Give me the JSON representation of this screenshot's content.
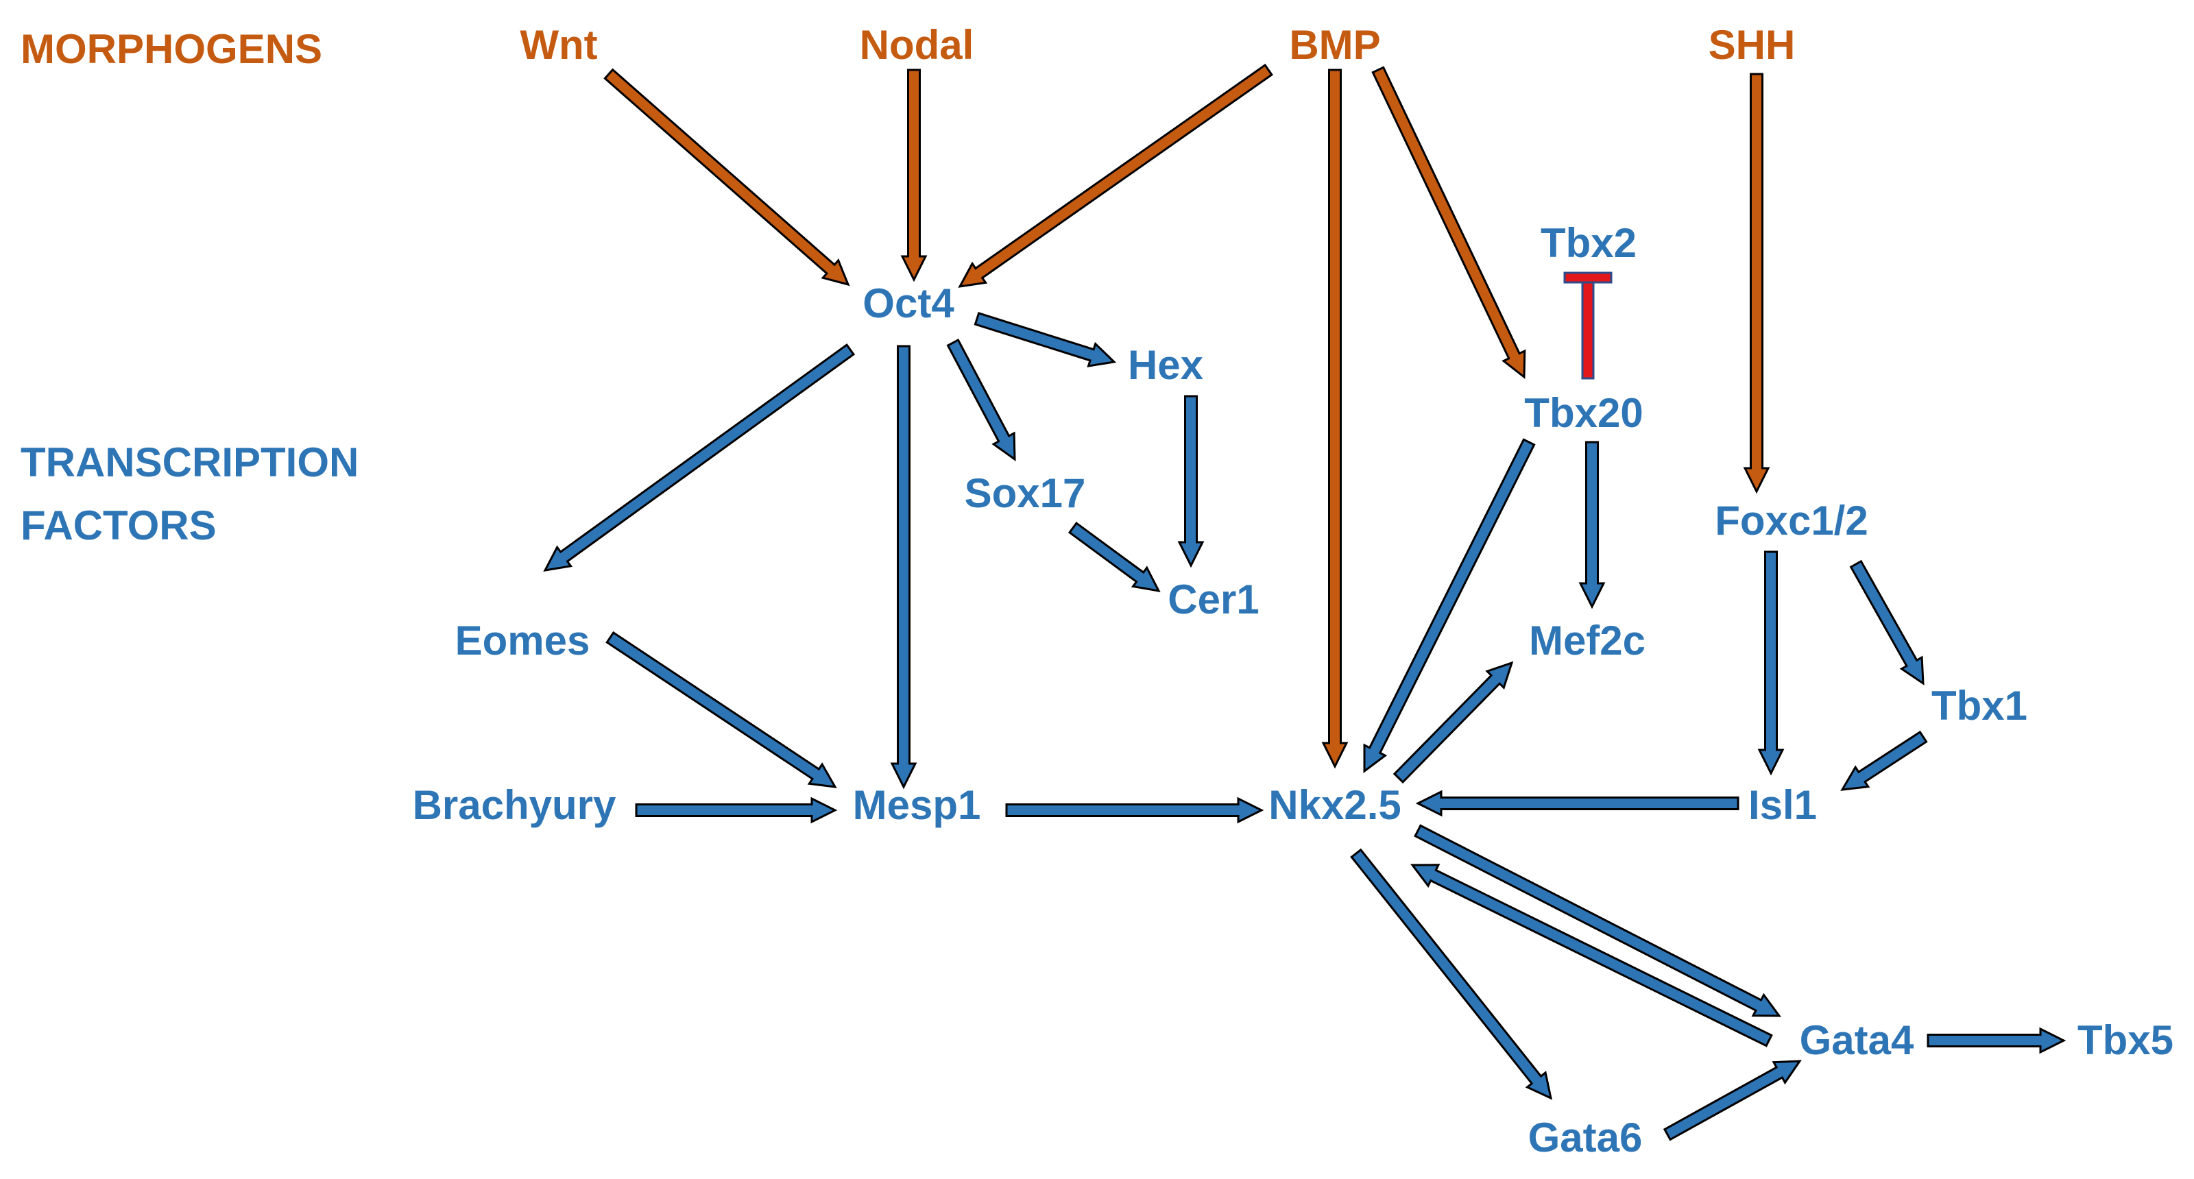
{
  "section_labels": {
    "morphogens": "MORPHOGENS",
    "transcription_factors_line1": "TRANSCRIPTION",
    "transcription_factors_line2": "FACTORS"
  },
  "nodes": {
    "wnt": "Wnt",
    "nodal": "Nodal",
    "bmp": "BMP",
    "shh": "SHH",
    "oct4": "Oct4",
    "hex": "Hex",
    "sox17": "Sox17",
    "cer1": "Cer1",
    "eomes": "Eomes",
    "brachyury": "Brachyury",
    "mesp1": "Mesp1",
    "nkx25": "Nkx2.5",
    "tbx2": "Tbx2",
    "tbx20": "Tbx20",
    "mef2c": "Mef2c",
    "foxc12": "Foxc1/2",
    "tbx1": "Tbx1",
    "isl1": "Isl1",
    "gata4": "Gata4",
    "gata6": "Gata6",
    "tbx5": "Tbx5"
  },
  "colors": {
    "morphogen": "#C55A11",
    "transcription_factor": "#2E75B6",
    "inhibition": "#E2161B",
    "outline": "#000000"
  },
  "edges": [
    {
      "from": "Wnt",
      "to": "Oct4",
      "type": "activation",
      "class": "morphogen"
    },
    {
      "from": "Nodal",
      "to": "Oct4",
      "type": "activation",
      "class": "morphogen"
    },
    {
      "from": "BMP",
      "to": "Oct4",
      "type": "activation",
      "class": "morphogen"
    },
    {
      "from": "BMP",
      "to": "Nkx2.5",
      "type": "activation",
      "class": "morphogen"
    },
    {
      "from": "BMP",
      "to": "Tbx20",
      "type": "activation",
      "class": "morphogen"
    },
    {
      "from": "SHH",
      "to": "Foxc1/2",
      "type": "activation",
      "class": "morphogen"
    },
    {
      "from": "Oct4",
      "to": "Hex",
      "type": "activation",
      "class": "tf"
    },
    {
      "from": "Oct4",
      "to": "Sox17",
      "type": "activation",
      "class": "tf"
    },
    {
      "from": "Oct4",
      "to": "Eomes",
      "type": "activation",
      "class": "tf"
    },
    {
      "from": "Oct4",
      "to": "Mesp1",
      "type": "activation",
      "class": "tf"
    },
    {
      "from": "Hex",
      "to": "Cer1",
      "type": "activation",
      "class": "tf"
    },
    {
      "from": "Sox17",
      "to": "Cer1",
      "type": "activation",
      "class": "tf"
    },
    {
      "from": "Eomes",
      "to": "Mesp1",
      "type": "activation",
      "class": "tf"
    },
    {
      "from": "Brachyury",
      "to": "Mesp1",
      "type": "activation",
      "class": "tf"
    },
    {
      "from": "Mesp1",
      "to": "Nkx2.5",
      "type": "activation",
      "class": "tf"
    },
    {
      "from": "Tbx20",
      "to": "Nkx2.5",
      "type": "activation",
      "class": "tf"
    },
    {
      "from": "Tbx20",
      "to": "Mef2c",
      "type": "activation",
      "class": "tf"
    },
    {
      "from": "Tbx20",
      "to": "Tbx2",
      "type": "inhibition",
      "class": "inhibition"
    },
    {
      "from": "Nkx2.5",
      "to": "Mef2c",
      "type": "activation",
      "class": "tf"
    },
    {
      "from": "Foxc1/2",
      "to": "Isl1",
      "type": "activation",
      "class": "tf"
    },
    {
      "from": "Foxc1/2",
      "to": "Tbx1",
      "type": "activation",
      "class": "tf"
    },
    {
      "from": "Tbx1",
      "to": "Isl1",
      "type": "activation",
      "class": "tf"
    },
    {
      "from": "Isl1",
      "to": "Nkx2.5",
      "type": "activation",
      "class": "tf"
    },
    {
      "from": "Nkx2.5",
      "to": "Gata4",
      "type": "activation",
      "class": "tf"
    },
    {
      "from": "Gata4",
      "to": "Nkx2.5",
      "type": "activation",
      "class": "tf"
    },
    {
      "from": "Nkx2.5",
      "to": "Gata6",
      "type": "activation",
      "class": "tf"
    },
    {
      "from": "Gata6",
      "to": "Gata4",
      "type": "activation",
      "class": "tf"
    },
    {
      "from": "Gata4",
      "to": "Tbx5",
      "type": "activation",
      "class": "tf"
    }
  ]
}
